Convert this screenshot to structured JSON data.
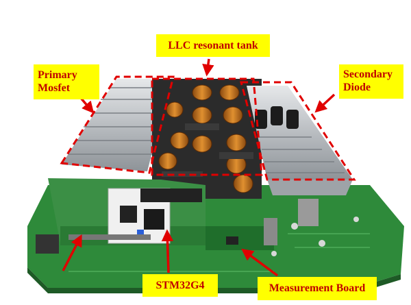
{
  "labels": {
    "llc": "LLC resonant tank",
    "primary": "Primary\nMosfet",
    "secondary": "Secondary\nDiode",
    "stm": "STM32G4",
    "measurement": "Measurement Board"
  },
  "colors": {
    "label_bg": "#ffff00",
    "label_text": "#c00000",
    "arrow": "#e00000",
    "dashed_outline": "#e00000",
    "pcb_green": "#2e8a3a"
  }
}
